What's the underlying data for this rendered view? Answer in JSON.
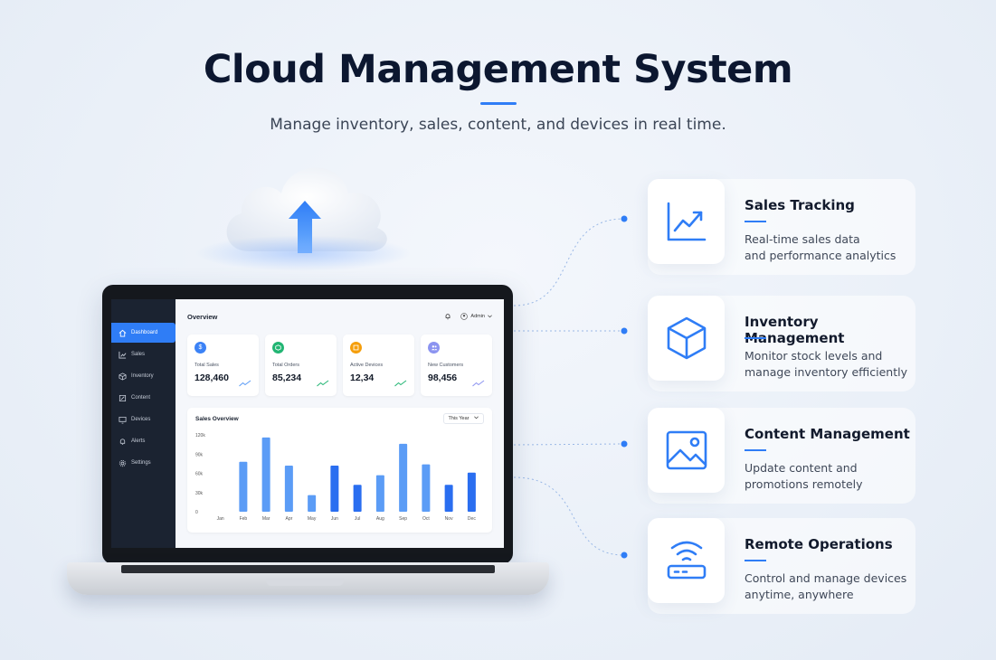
{
  "hero": {
    "title": "Cloud Management System",
    "subtitle": "Manage inventory, sales, content, and devices in real time."
  },
  "colors": {
    "accent": "#2f7df6",
    "bar_light": "#5b9cf6",
    "bar_dark": "#2a6ef0"
  },
  "dashboard": {
    "sidebar": [
      {
        "label": "Dashboard",
        "icon": "home-icon",
        "active": true
      },
      {
        "label": "Sales",
        "icon": "chart-icon"
      },
      {
        "label": "Inventory",
        "icon": "box-icon"
      },
      {
        "label": "Content",
        "icon": "edit-icon"
      },
      {
        "label": "Devices",
        "icon": "monitor-icon"
      },
      {
        "label": "Alerts",
        "icon": "bell-icon"
      },
      {
        "label": "Settings",
        "icon": "gear-icon"
      }
    ],
    "header": {
      "title": "Overview",
      "user": "Admin"
    },
    "kpis": [
      {
        "label": "Total Sales",
        "value": "128,460",
        "icon": "dollar-icon",
        "color": "#3b82f6"
      },
      {
        "label": "Total Orders",
        "value": "85,234",
        "icon": "cube-icon",
        "color": "#22b573"
      },
      {
        "label": "Active Devices",
        "value": "12,34",
        "icon": "device-icon",
        "color": "#f59e0b"
      },
      {
        "label": "New Customers",
        "value": "98,456",
        "icon": "users-icon",
        "color": "#8b93f0"
      }
    ],
    "chart_title": "Sales Overview",
    "chart_range": "This Year"
  },
  "chart_data": {
    "type": "bar",
    "categories": [
      "Jan",
      "Feb",
      "Mar",
      "Apr",
      "May",
      "Jun",
      "Jul",
      "Aug",
      "Sep",
      "Oct",
      "Nov",
      "Dec"
    ],
    "values": [
      null,
      78000,
      116000,
      72000,
      26000,
      72000,
      42000,
      57000,
      106000,
      74000,
      42000,
      61000
    ],
    "highlighted": [
      false,
      false,
      false,
      false,
      false,
      true,
      true,
      false,
      false,
      false,
      true,
      true
    ],
    "yticks": [
      "0",
      "30k",
      "60k",
      "90k",
      "120k"
    ],
    "ylim": [
      0,
      120000
    ],
    "title": "Sales Overview",
    "xlabel": "",
    "ylabel": "",
    "grid": false
  },
  "features": [
    {
      "title": "Sales Tracking",
      "desc1": "Real-time sales data",
      "desc2": "and performance analytics",
      "icon": "trend-chart-icon"
    },
    {
      "title": "Inventory Management",
      "desc1": "Monitor stock levels and",
      "desc2": "manage inventory efficiently",
      "icon": "cube-outline-icon"
    },
    {
      "title": "Content Management",
      "desc1": "Update content and",
      "desc2": "promotions remotely",
      "icon": "image-icon"
    },
    {
      "title": "Remote Operations",
      "desc1": "Control and manage devices",
      "desc2": "anytime, anywhere",
      "icon": "router-wifi-icon"
    }
  ]
}
